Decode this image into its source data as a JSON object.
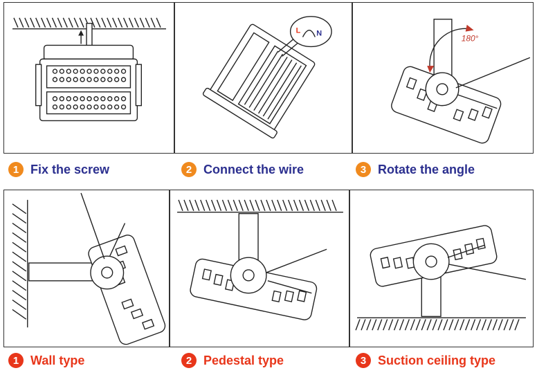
{
  "steps": [
    {
      "number": "1",
      "label": "Fix the screw"
    },
    {
      "number": "2",
      "label": "Connect the wire"
    },
    {
      "number": "3",
      "label": "Rotate the angle"
    }
  ],
  "mount_types": [
    {
      "number": "1",
      "label": "Wall type"
    },
    {
      "number": "2",
      "label": "Pedestal type"
    },
    {
      "number": "3",
      "label": "Suction ceiling type"
    }
  ],
  "wire_labels": {
    "live": "L",
    "neutral": "N"
  },
  "rotation_angle": "180°",
  "colors": {
    "step_badge": "#f08a1e",
    "step_text": "#2b2f8f",
    "type_accent": "#e8361a"
  }
}
